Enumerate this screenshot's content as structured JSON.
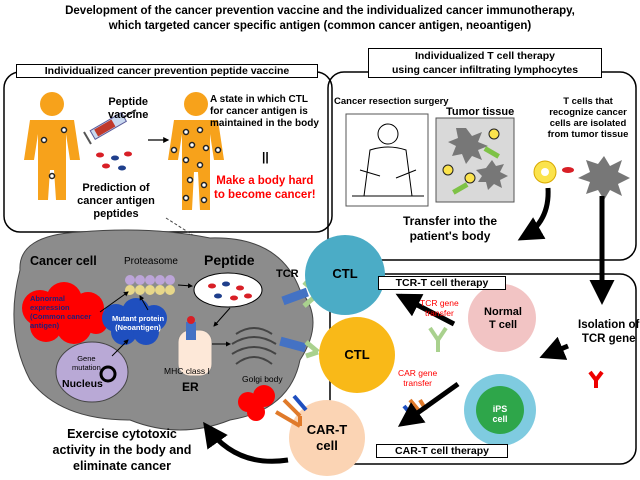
{
  "title": {
    "line1": "Development of the cancer prevention vaccine and the individualized cancer immunotherapy,",
    "line2": "which targeted cancer specific antigen (common cancer antigen, neoantigen)"
  },
  "vaccine_panel": {
    "heading": "Individualized cancer prevention peptide vaccine",
    "peptide_vaccine": [
      "Peptide",
      "vaccine"
    ],
    "state_text": [
      "A state in which CTL",
      "for cancer antigen is",
      "maintained in the body"
    ],
    "equals_symbol": "||",
    "red_text": [
      "Make a body hard",
      "to become cancer!"
    ],
    "prediction": [
      "Prediction of",
      "cancer antigen",
      "peptides"
    ]
  },
  "tcell_panel": {
    "heading": [
      "Individualized T cell therapy",
      "using cancer infiltrating lymphocytes"
    ],
    "surgery": "Cancer resection surgery",
    "tumor": "Tumor tissue",
    "isolated": [
      "T cells that",
      "recognize cancer",
      "cells are isolated",
      "from tumor tissue"
    ],
    "transfer": [
      "Transfer into the",
      "patient's body"
    ]
  },
  "cancer_cell": {
    "label": "Cancer cell",
    "proteasome": "Proteasome",
    "peptide": "Peptide",
    "abnormal": [
      "Abnormal",
      "expression",
      "(Common cancer",
      "antigen)"
    ],
    "mutant": [
      "Mutant protein",
      "(Neoantigen)"
    ],
    "gene_mutation": [
      "Gene",
      "mutation"
    ],
    "nucleus": "Nucleus",
    "mhc": "MHC class I",
    "er": "ER",
    "golgi": "Golgi body",
    "tcr": "TCR"
  },
  "therapy": {
    "ctl1": "CTL",
    "ctl2": "CTL",
    "tcrt_label": "TCR-T cell therapy",
    "cart_label": "CAR-T cell therapy",
    "normal_tcell": [
      "Normal",
      "T cell"
    ],
    "tcr_gene_transfer": [
      "TCR gene",
      "transfer"
    ],
    "car_gene_transfer": [
      "CAR gene",
      "transfer"
    ],
    "ips": "iPS cell",
    "isolation": [
      "Isolation of",
      "TCR gene"
    ],
    "cart_cell": [
      "CAR-T",
      "cell"
    ],
    "exercise": [
      "Exercise cytotoxic",
      "activity in the body and",
      "eliminate cancer"
    ]
  },
  "colors": {
    "ctl": "#4bacc6",
    "ctl2": "#f9b918",
    "cart": "#fbd4b4",
    "normal_t": "#f2c4c4",
    "ips_outer": "#7fcbe0",
    "ips_inner": "#2ea64a",
    "body": "#f7a21b",
    "red_text": "#ff0000",
    "cancer_cell": "#8c8c8c"
  }
}
